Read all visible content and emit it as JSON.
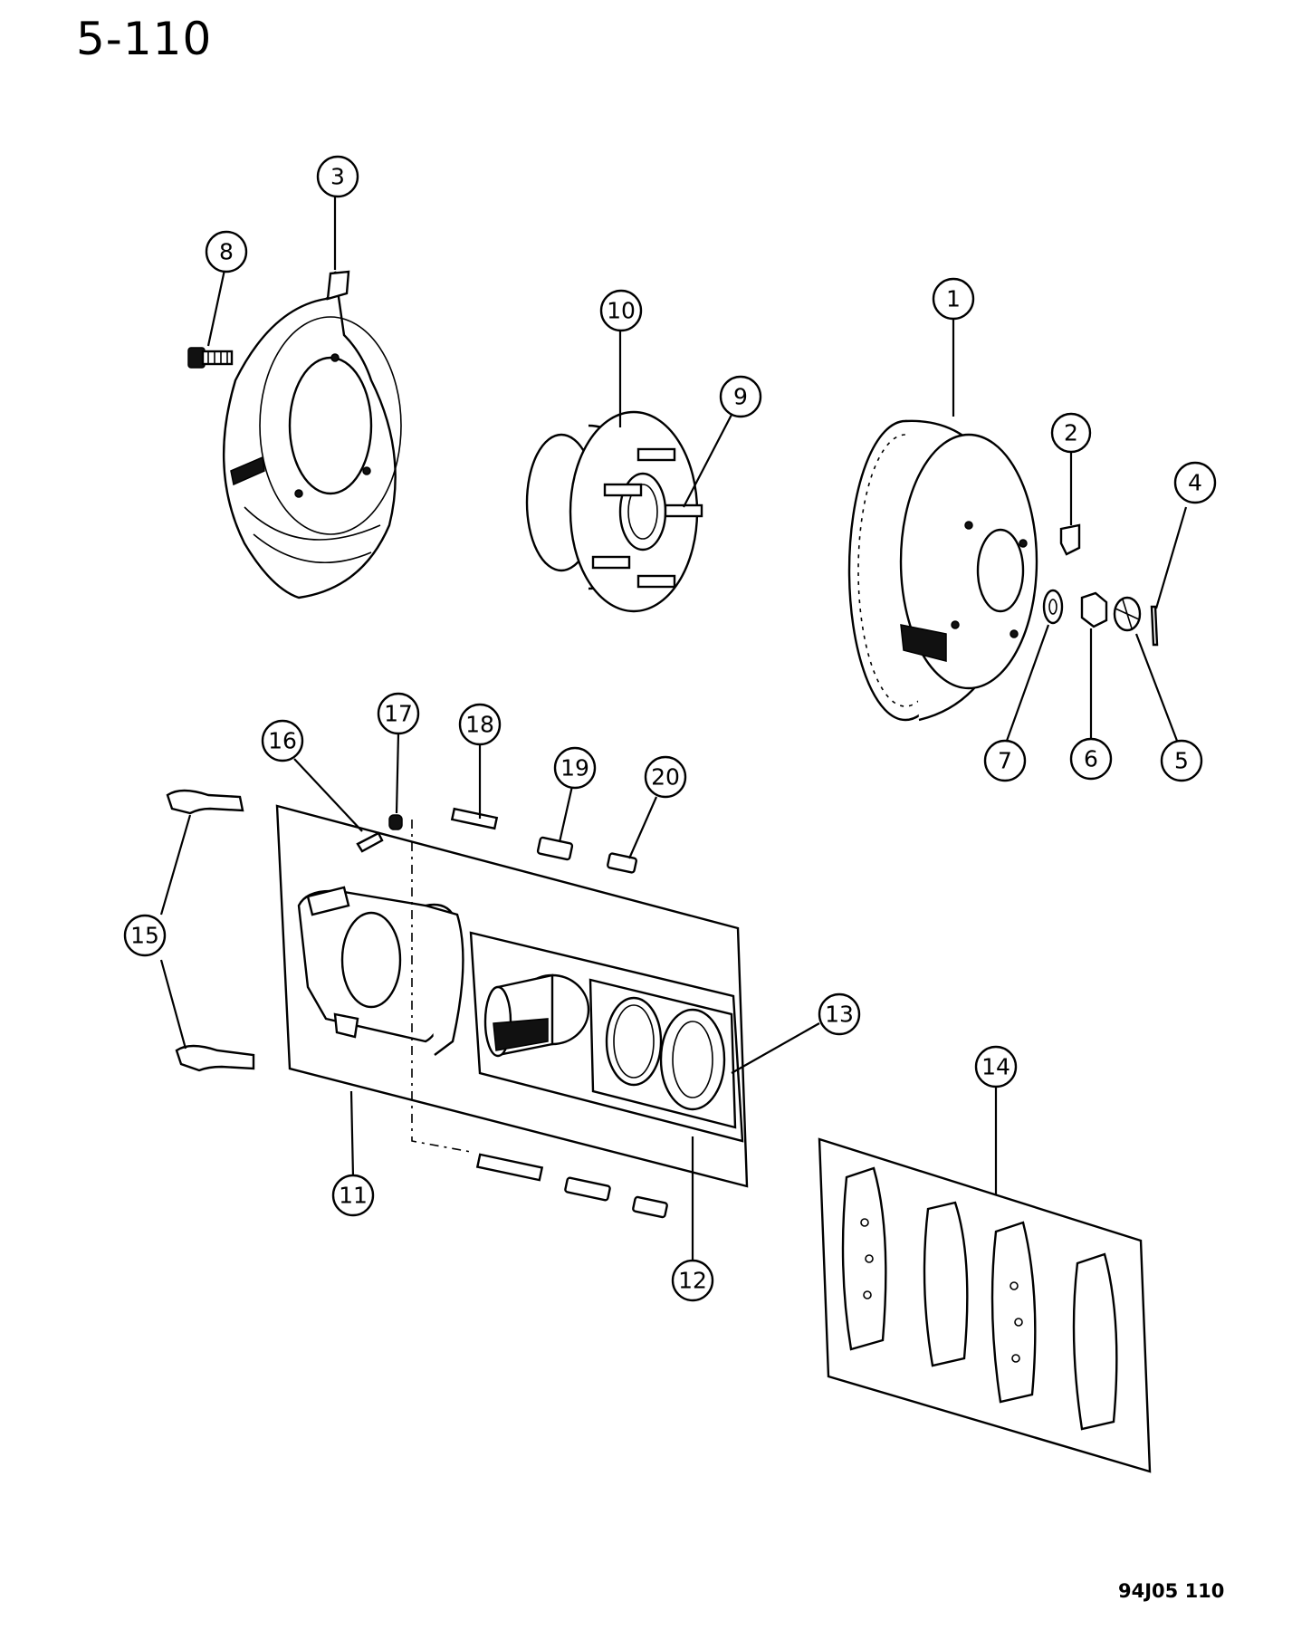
{
  "page": {
    "number": "5-110",
    "drawing_code": "94J05 110"
  },
  "callouts": [
    {
      "id": "1",
      "label": "1"
    },
    {
      "id": "2",
      "label": "2"
    },
    {
      "id": "3",
      "label": "3"
    },
    {
      "id": "4",
      "label": "4"
    },
    {
      "id": "5",
      "label": "5"
    },
    {
      "id": "6",
      "label": "6"
    },
    {
      "id": "7",
      "label": "7"
    },
    {
      "id": "8",
      "label": "8"
    },
    {
      "id": "9",
      "label": "9"
    },
    {
      "id": "10",
      "label": "10"
    },
    {
      "id": "11",
      "label": "11"
    },
    {
      "id": "12",
      "label": "12"
    },
    {
      "id": "13",
      "label": "13"
    },
    {
      "id": "14",
      "label": "14"
    },
    {
      "id": "15",
      "label": "15"
    },
    {
      "id": "16",
      "label": "16"
    },
    {
      "id": "17",
      "label": "17"
    },
    {
      "id": "18",
      "label": "18"
    },
    {
      "id": "19",
      "label": "19"
    },
    {
      "id": "20",
      "label": "20"
    }
  ]
}
